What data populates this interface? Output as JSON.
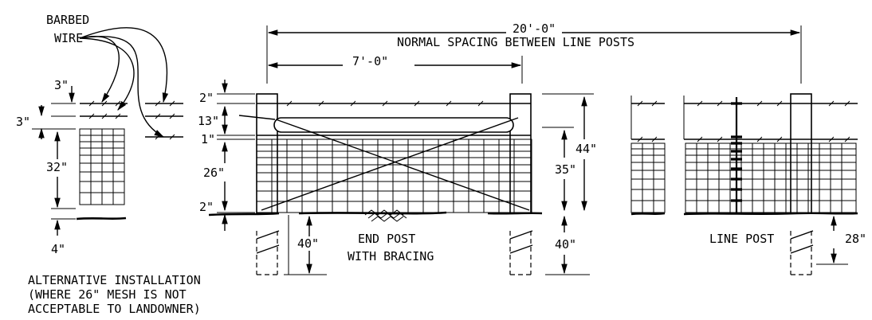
{
  "labels": {
    "barbed_wire": [
      "BARBED",
      "WIRE"
    ],
    "alt_3a": "3\"",
    "alt_3b": "3\"",
    "alt_32": "32\"",
    "alt_4": "4\"",
    "alt_note": [
      "ALTERNATIVE INSTALLATION",
      "(WHERE 26\" MESH IS NOT",
      "ACCEPTABLE TO LANDOWNER)"
    ],
    "dim_2a": "2\"",
    "dim_13": "13\"",
    "dim_1": "1\"",
    "dim_26": "26\"",
    "dim_2b": "2\"",
    "dim_40a": "40\"",
    "end_post": [
      "END POST",
      "WITH BRACING"
    ],
    "dim_35": "35\"",
    "dim_44": "44\"",
    "dim_40b": "40\"",
    "span_20": "20'-0\"",
    "span_20_note": "NORMAL SPACING BETWEEN LINE POSTS",
    "span_7": "7'-0\"",
    "line_post": "LINE POST",
    "dim_28": "28\""
  }
}
